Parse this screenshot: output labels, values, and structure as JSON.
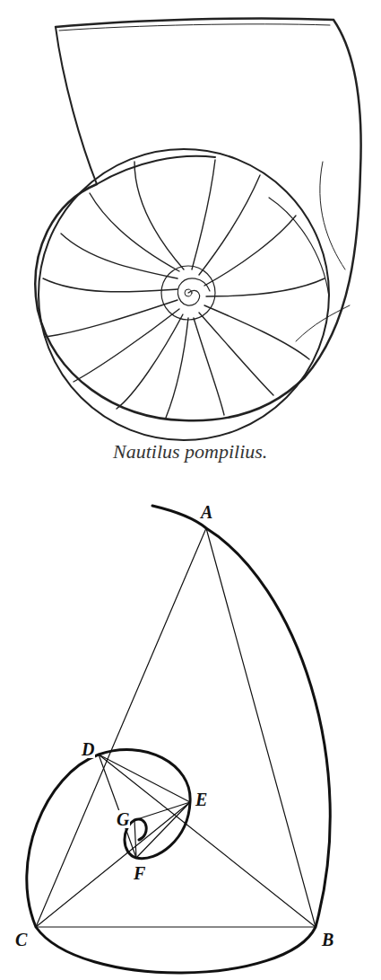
{
  "diagram": {
    "caption": "Nautilus pompilius.",
    "labels": [
      "A",
      "D",
      "E",
      "G",
      "F",
      "C",
      "B"
    ]
  }
}
